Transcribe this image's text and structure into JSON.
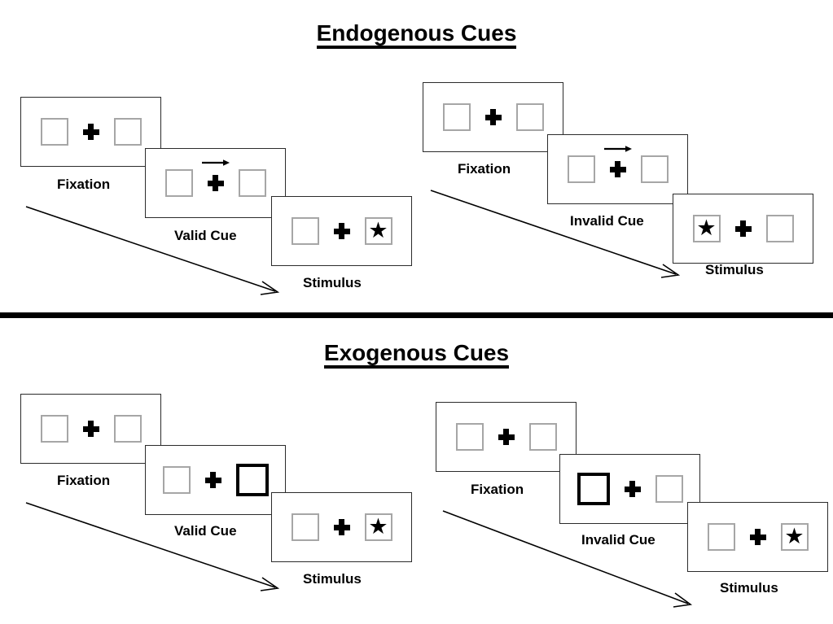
{
  "sections": [
    {
      "id": "endogenous",
      "title": "Endogenous Cues",
      "conditions": [
        {
          "id": "endogenous-valid",
          "stages": [
            {
              "label": "Fixation",
              "left_box": "empty",
              "right_box": "empty",
              "cue": "none",
              "star": "none"
            },
            {
              "label": "Valid Cue",
              "left_box": "empty",
              "right_box": "empty",
              "cue": "arrow-right",
              "star": "none"
            },
            {
              "label": "Stimulus",
              "left_box": "empty",
              "right_box": "empty",
              "cue": "none",
              "star": "right"
            }
          ]
        },
        {
          "id": "endogenous-invalid",
          "stages": [
            {
              "label": "Fixation",
              "left_box": "empty",
              "right_box": "empty",
              "cue": "none",
              "star": "none"
            },
            {
              "label": "Invalid Cue",
              "left_box": "empty",
              "right_box": "empty",
              "cue": "arrow-right",
              "star": "none"
            },
            {
              "label": "Stimulus",
              "left_box": "empty",
              "right_box": "empty",
              "cue": "none",
              "star": "left"
            }
          ]
        }
      ]
    },
    {
      "id": "exogenous",
      "title": "Exogenous Cues",
      "conditions": [
        {
          "id": "exogenous-valid",
          "stages": [
            {
              "label": "Fixation",
              "left_box": "empty",
              "right_box": "empty",
              "cue": "none",
              "star": "none"
            },
            {
              "label": "Valid Cue",
              "left_box": "empty",
              "right_box": "highlight",
              "cue": "none",
              "star": "none"
            },
            {
              "label": "Stimulus",
              "left_box": "empty",
              "right_box": "empty",
              "cue": "none",
              "star": "right"
            }
          ]
        },
        {
          "id": "exogenous-invalid",
          "stages": [
            {
              "label": "Fixation",
              "left_box": "empty",
              "right_box": "empty",
              "cue": "none",
              "star": "none"
            },
            {
              "label": "Invalid Cue",
              "left_box": "highlight",
              "right_box": "empty",
              "cue": "none",
              "star": "none"
            },
            {
              "label": "Stimulus",
              "left_box": "empty",
              "right_box": "empty",
              "cue": "none",
              "star": "right"
            }
          ]
        }
      ]
    }
  ],
  "glyphs": {
    "star": "★",
    "fixation_cross": "plus-cross",
    "cue_arrow": "arrow-right-icon"
  },
  "colors": {
    "ink": "#000000",
    "frame_border": "#2b2b2b",
    "placeholder_border": "#a6a6a6",
    "highlight_border": "#000000",
    "background": "#ffffff"
  },
  "labels": {
    "endogenous_title": "Endogenous Cues",
    "exogenous_title": "Exogenous Cues",
    "fixation": "Fixation",
    "valid_cue": "Valid Cue",
    "invalid_cue": "Invalid Cue",
    "stimulus": "Stimulus"
  }
}
